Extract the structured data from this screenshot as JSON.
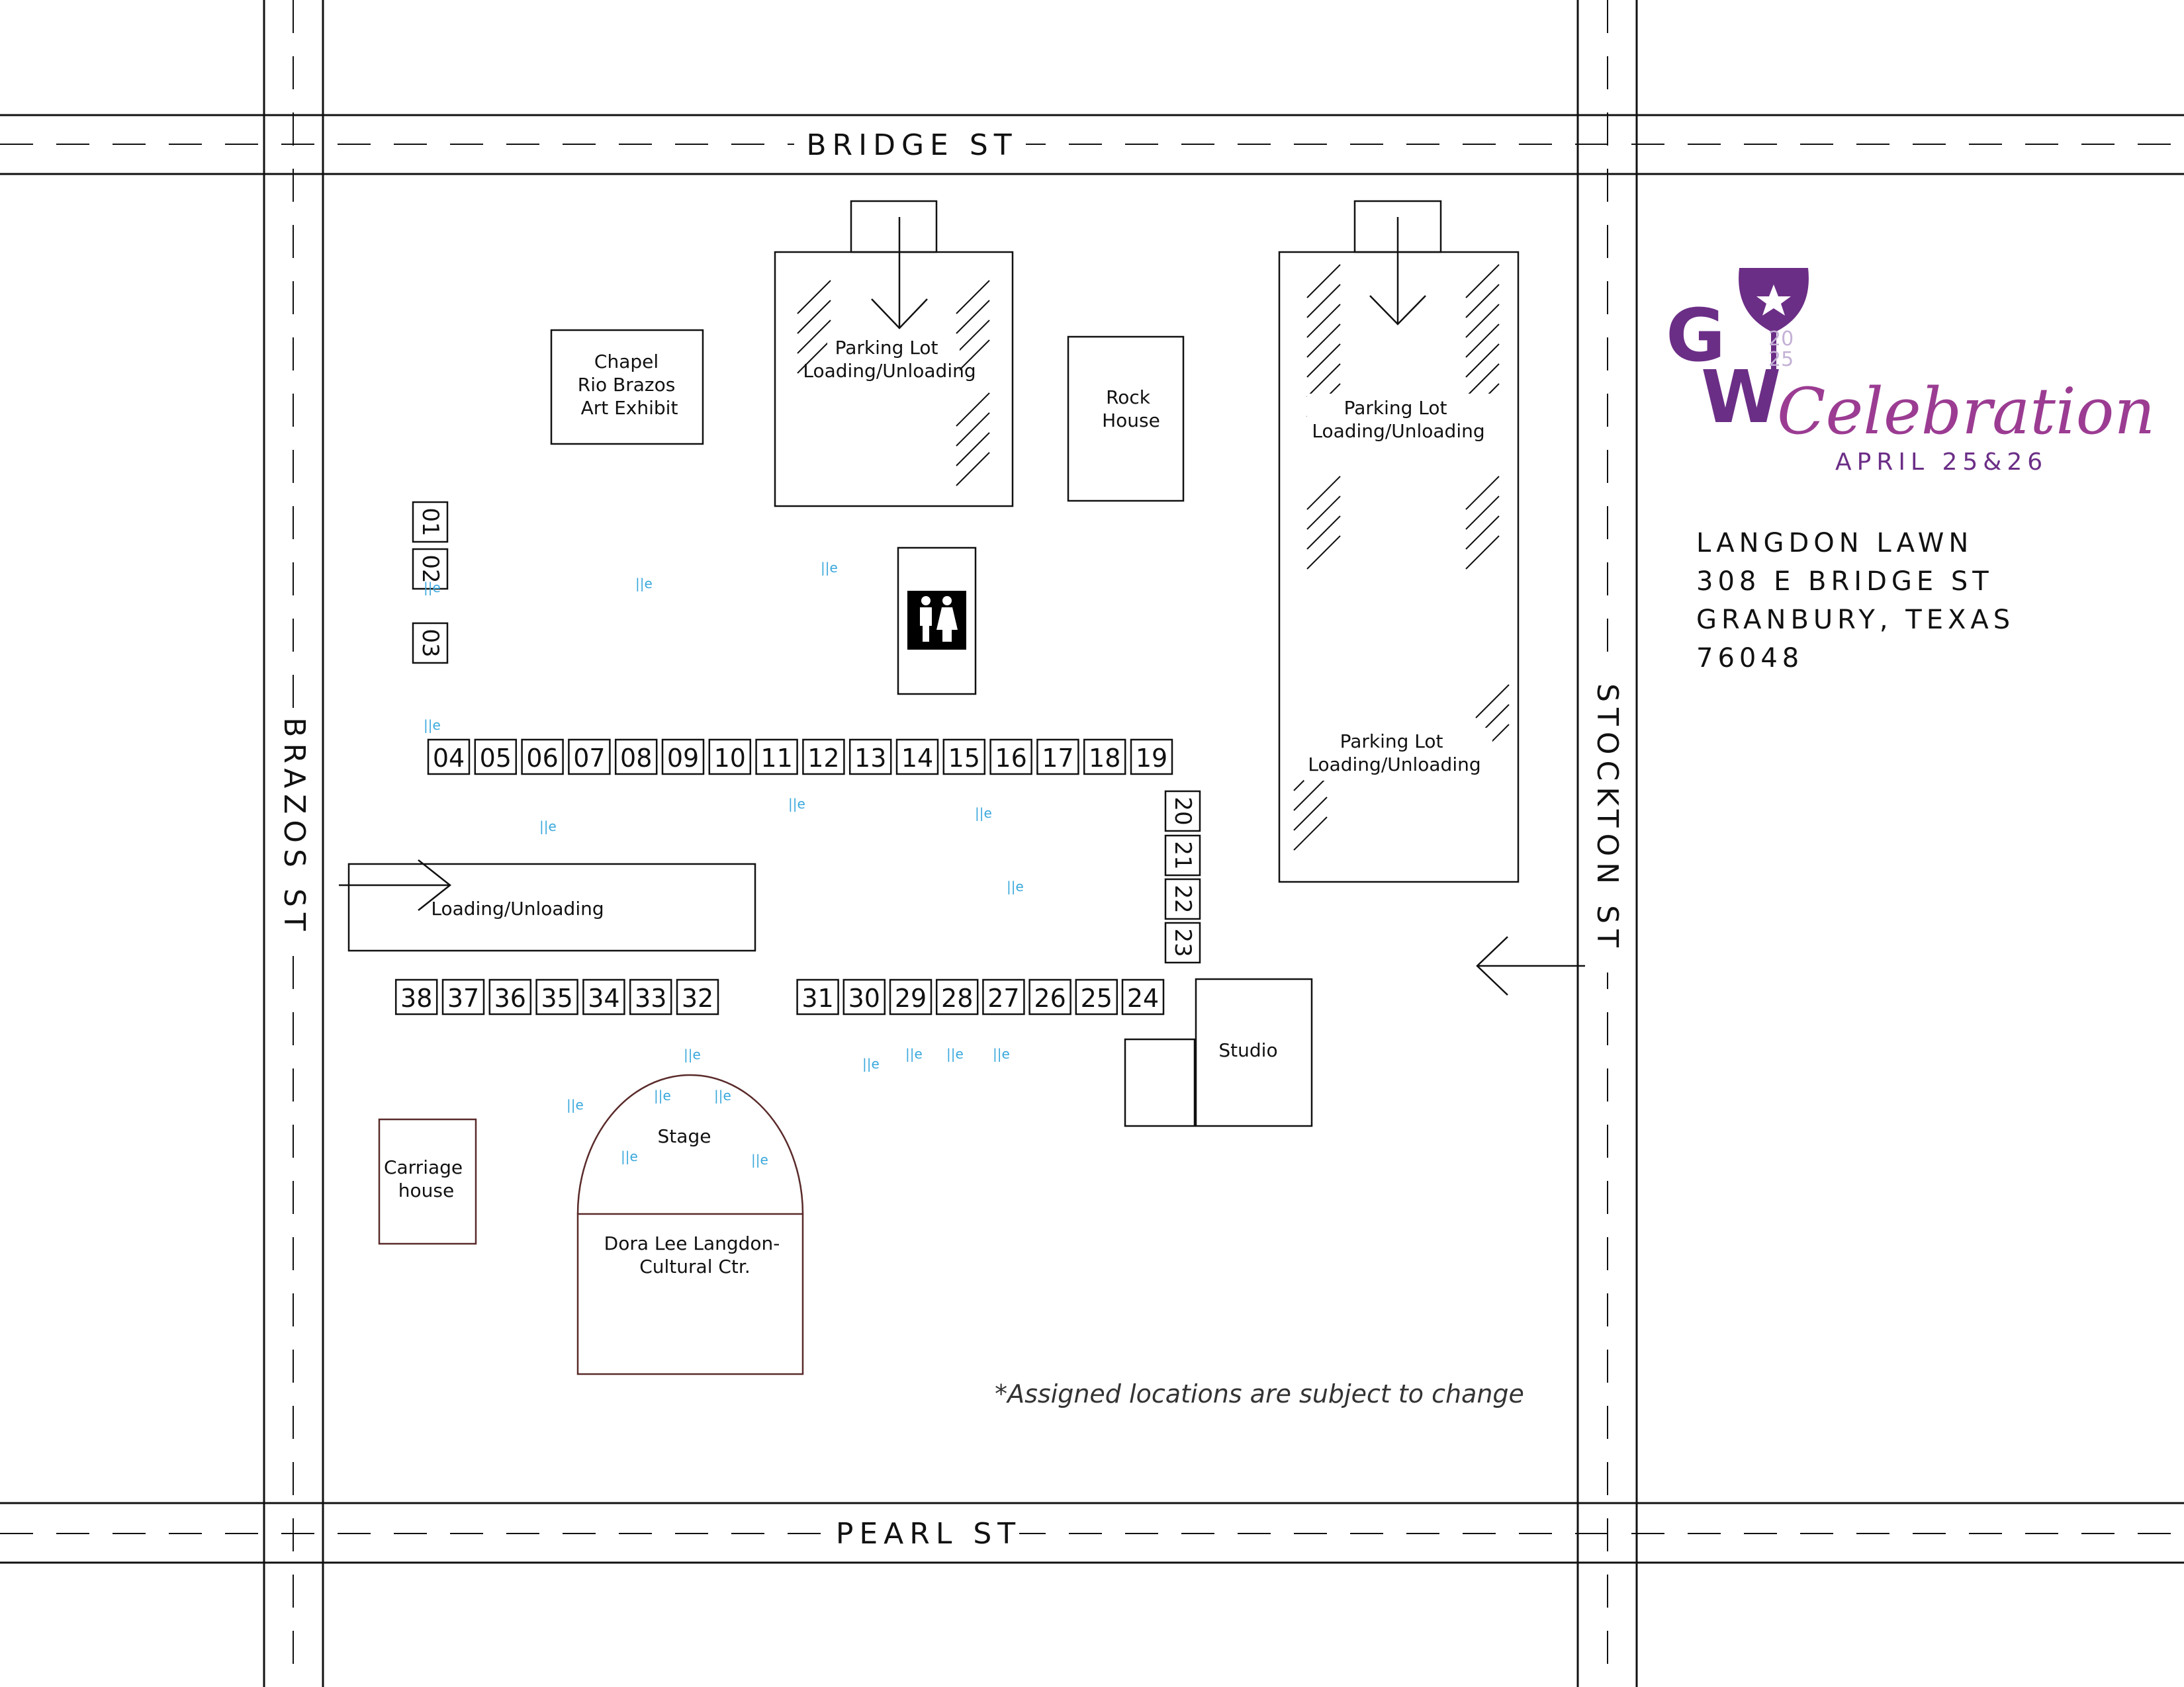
{
  "streets": {
    "top": "BRIDGE ST",
    "bottom": "PEARL ST",
    "left": "BRAZOS ST",
    "right": "STOCKTON ST"
  },
  "buildings": {
    "chapel": [
      "Chapel",
      "Rio Brazos",
      "Art Exhibit"
    ],
    "parking_lot_1": [
      "Parking Lot",
      "Loading/Unloading"
    ],
    "rock_house": [
      "Rock",
      "House"
    ],
    "parking_lot_2": [
      "Parking Lot",
      "Loading/Unloading"
    ],
    "parking_lot_3": [
      "Parking Lot",
      "Loading/Unloading"
    ],
    "loading_zone": "Loading/Unloading",
    "studio": "Studio",
    "stage": "Stage",
    "cultural_center": [
      "Dora Lee Langdon-",
      "Cultural Ctr."
    ],
    "carriage_house": [
      "Carriage",
      "house"
    ]
  },
  "booths": [
    "01",
    "02",
    "03",
    "04",
    "05",
    "06",
    "07",
    "08",
    "09",
    "10",
    "11",
    "12",
    "13",
    "14",
    "15",
    "16",
    "17",
    "18",
    "19",
    "20",
    "21",
    "22",
    "23",
    "24",
    "25",
    "26",
    "27",
    "28",
    "29",
    "30",
    "31",
    "32",
    "33",
    "34",
    "35",
    "36",
    "37",
    "38"
  ],
  "vendor_mark_text": "||e",
  "restroom_icon": "restroom-icon",
  "note": "*Assigned locations are subject to change",
  "address": [
    "LANGDON LAWN",
    "308 E BRIDGE ST",
    "GRANBURY, TEXAS",
    "76048"
  ],
  "logo": {
    "letter_g": "G",
    "letter_w": "W",
    "year_top": "20",
    "year_bottom": "25",
    "script": "Celebration",
    "dates": "APRIL 25&26"
  },
  "colors": {
    "logo_purple": "#6b2e86",
    "logo_magenta": "#9b3c92",
    "vendor_blue": "#39a8dc",
    "stage_outline": "#5a2a2a"
  }
}
